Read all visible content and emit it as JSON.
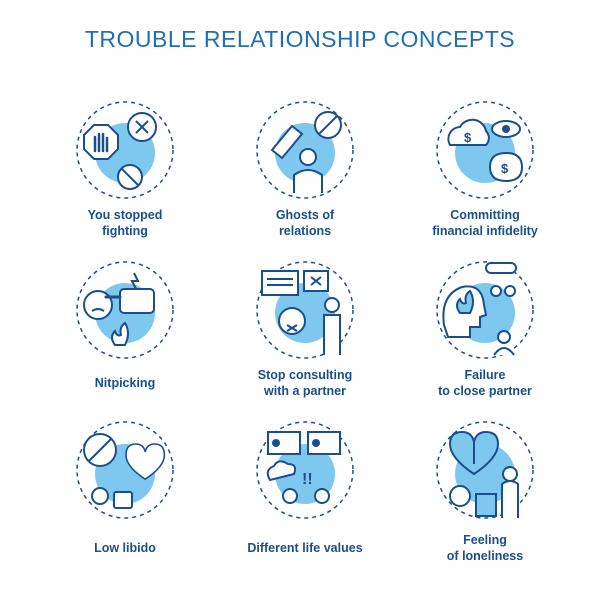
{
  "title": "TROUBLE RELATIONSHIP CONCEPTS",
  "colors": {
    "stroke": "#1a4f8a",
    "fill": "#7ec8ef",
    "title": "#1f6fb5"
  },
  "concepts": [
    {
      "label": "You stopped\nfighting",
      "icon": "stop-hand-target-icon"
    },
    {
      "label": "Ghosts of\nrelations",
      "icon": "ghost-figure-icon"
    },
    {
      "label": "Committing\nfinancial infidelity",
      "icon": "money-bag-eye-icon"
    },
    {
      "label": "Nitpicking",
      "icon": "pointing-finger-icon"
    },
    {
      "label": "Stop consulting\nwith a partner",
      "icon": "silenced-woman-icon"
    },
    {
      "label": "Failure\nto close partner",
      "icon": "head-fire-people-icon"
    },
    {
      "label": "Low libido",
      "icon": "broken-heart-icon"
    },
    {
      "label": "Different life values",
      "icon": "arguing-couple-icon"
    },
    {
      "label": "Feeling\nof loneliness",
      "icon": "lonely-person-icon"
    }
  ]
}
